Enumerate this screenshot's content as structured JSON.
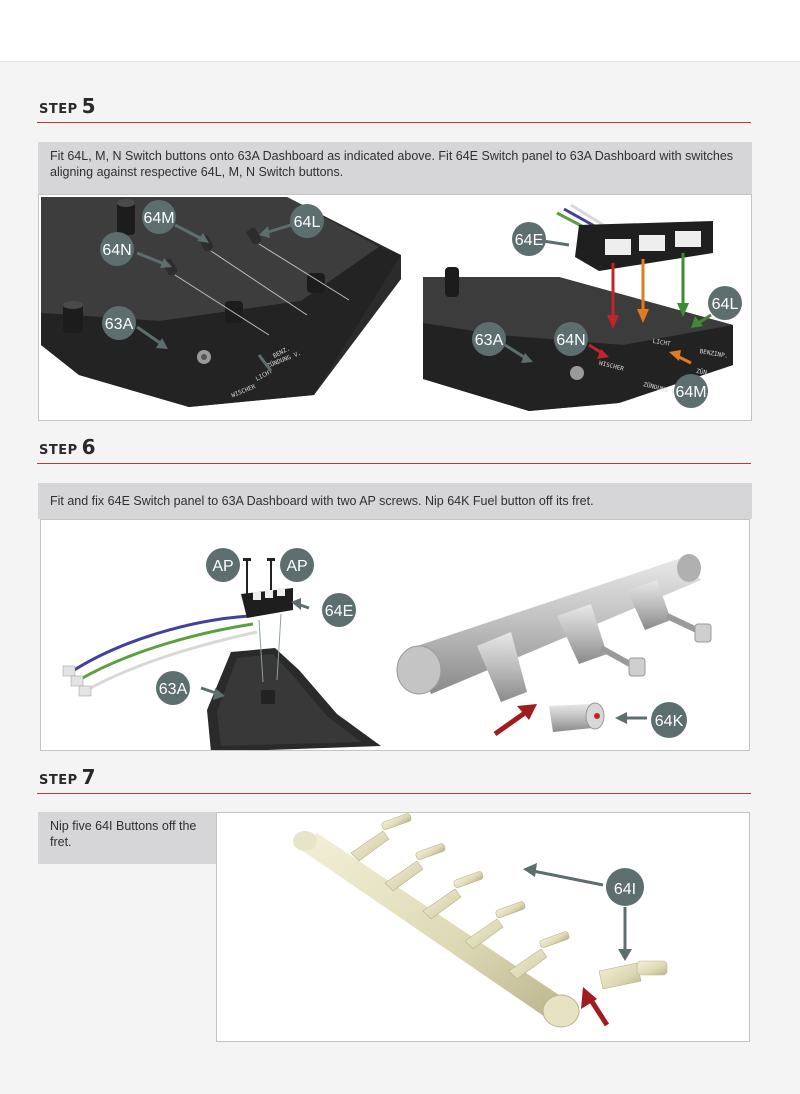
{
  "steps": [
    {
      "word": "STEP",
      "number": "5",
      "instruction": "Fit 64L, M, N Switch buttons onto 63A Dashboard as indicated above. Fit 64E Switch panel to 63A Dashboard with switches aligning against respective 64L, M, N Switch buttons.",
      "callouts_left": [
        "64M",
        "64L",
        "64N",
        "63A"
      ],
      "callouts_right": [
        "64E",
        "64L",
        "63A",
        "64N",
        "64M"
      ],
      "dash_labels": [
        "BENZ.",
        "LICHT",
        "ZÜNDUNG V.",
        "WISCHER"
      ],
      "dash_labels_right": [
        "BENZINP.",
        "LICHT",
        "ZÜNDUNG V.",
        "WISCHER",
        "ZÜN"
      ]
    },
    {
      "word": "STEP",
      "number": "6",
      "instruction": "Fit and fix 64E Switch panel to 63A Dashboard with two AP screws. Nip 64K Fuel button off its fret.",
      "callouts": [
        "AP",
        "AP",
        "64E",
        "63A",
        "64K"
      ]
    },
    {
      "word": "STEP",
      "number": "7",
      "instruction": "Nip five 64I Buttons off the fret.",
      "callouts": [
        "64I"
      ]
    }
  ],
  "colors": {
    "accent_rule": "#b83a3a",
    "callout": "#5c6e6e",
    "arrow_red": "#c0252a",
    "arrow_orange": "#e07b1f",
    "arrow_green": "#3d8b32"
  }
}
